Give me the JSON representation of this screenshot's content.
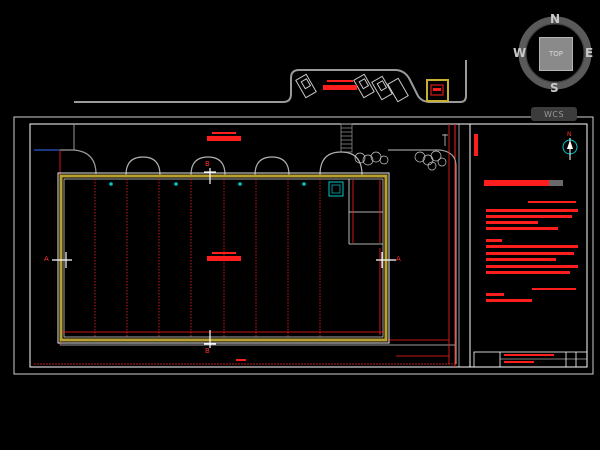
{
  "viewcube": {
    "north": "N",
    "south": "S",
    "east": "E",
    "west": "W",
    "face": "TOP",
    "wcs_label": "WCS"
  },
  "drawing": {
    "section_a_left": "A",
    "section_a_right": "A",
    "section_b_top": "B",
    "section_b_bottom": "B",
    "north_arrow_label": "N"
  },
  "colors": {
    "background": "#000000",
    "frame": "#ffffff",
    "wall_outline": "#e8e8e8",
    "wall_fill": "#b8a032",
    "annotation": "#ff1e1e",
    "feature": "#00c8c8",
    "gray_lines": "#9a9a9a"
  }
}
